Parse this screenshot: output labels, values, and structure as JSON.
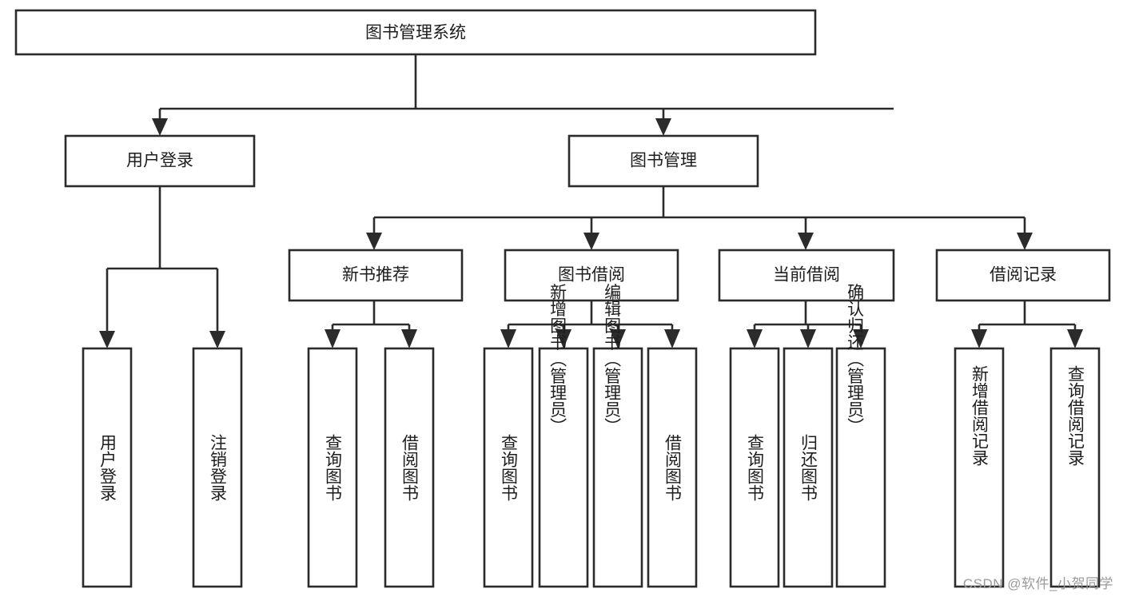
{
  "diagram": {
    "type": "tree-hierarchy",
    "title": "图书管理系统",
    "watermark": "CSDN @软件_小贺同学",
    "colors": {
      "stroke": "#2b2b2b",
      "fill": "#ffffff",
      "text": "#1d1d1d",
      "background": "#ffffff",
      "watermark": "#9b9b9b"
    },
    "nodes": {
      "root": {
        "label": "图书管理系统"
      },
      "level1": [
        {
          "id": "user-login",
          "label": "用户登录"
        },
        {
          "id": "book-management",
          "label": "图书管理"
        }
      ],
      "level2": [
        {
          "id": "new-book-recommend",
          "label": "新书推荐"
        },
        {
          "id": "book-borrow",
          "label": "图书借阅"
        },
        {
          "id": "current-borrow",
          "label": "当前借阅"
        },
        {
          "id": "borrow-record",
          "label": "借阅记录"
        }
      ],
      "leaves": {
        "user-login": [
          {
            "id": "leaf-user-login",
            "label": "用户登录"
          },
          {
            "id": "leaf-logout-login",
            "label": "注销登录"
          }
        ],
        "new-book-recommend": [
          {
            "id": "leaf-query-book-1",
            "label": "查询图书"
          },
          {
            "id": "leaf-borrow-book-1",
            "label": "借阅图书"
          }
        ],
        "book-borrow": [
          {
            "id": "leaf-query-book-2",
            "label": "查询图书"
          },
          {
            "id": "leaf-add-book",
            "label": "新增图书（管理员）"
          },
          {
            "id": "leaf-edit-book",
            "label": "编辑图书（管理员）"
          },
          {
            "id": "leaf-borrow-book-2",
            "label": "借阅图书"
          }
        ],
        "current-borrow": [
          {
            "id": "leaf-query-book-3",
            "label": "查询图书"
          },
          {
            "id": "leaf-return-book",
            "label": "归还图书"
          },
          {
            "id": "leaf-confirm-return",
            "label": "确认归还（管理员）"
          }
        ],
        "borrow-record": [
          {
            "id": "leaf-add-record",
            "label": "新增借阅记录"
          },
          {
            "id": "leaf-query-record",
            "label": "查询借阅记录"
          }
        ]
      }
    }
  }
}
